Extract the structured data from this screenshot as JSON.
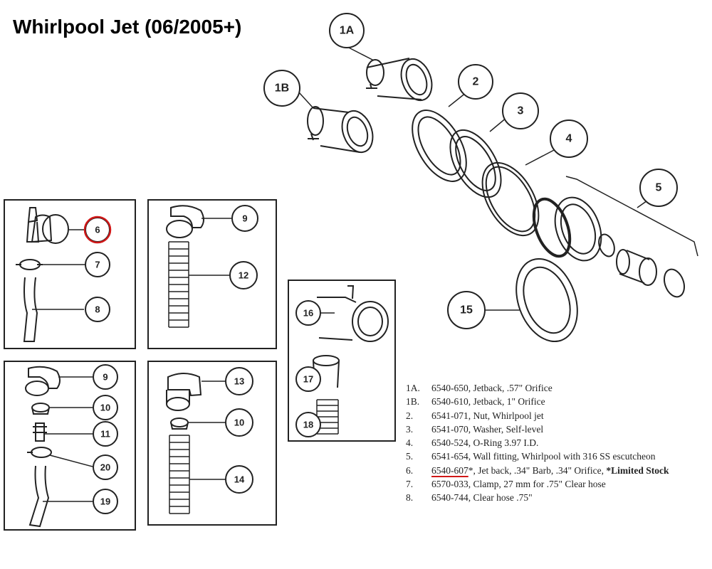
{
  "title": "Whirlpool Jet (06/2005+)",
  "callouts": {
    "c1A": "1A",
    "c1B": "1B",
    "c2": "2",
    "c3": "3",
    "c4": "4",
    "c5": "5",
    "c15": "15",
    "c6": "6",
    "c7": "7",
    "c8": "8",
    "c9a": "9",
    "c12": "12",
    "c16": "16",
    "c17": "17",
    "c18": "18",
    "c9b": "9",
    "c10a": "10",
    "c11": "11",
    "c20": "20",
    "c19": "19",
    "c13": "13",
    "c10b": "10",
    "c14": "14"
  },
  "highlight_color": "#d01818",
  "legend": [
    {
      "num": "1A.",
      "part": "6540-650",
      "desc": ", Jetback, .57\" Orifice"
    },
    {
      "num": "1B.",
      "part": "6540-610",
      "desc": ", Jetback, 1\" Orifice"
    },
    {
      "num": "2.",
      "part": "6541-071",
      "desc": ", Nut, Whirlpool jet"
    },
    {
      "num": "3.",
      "part": "6541-070",
      "desc": ", Washer, Self-level"
    },
    {
      "num": "4.",
      "part": "6540-524",
      "desc": ", O-Ring 3.97 I.D."
    },
    {
      "num": "5.",
      "part": "6541-654",
      "desc": ", Wall fitting, Whirlpool with 316 SS escutcheon"
    },
    {
      "num": "6.",
      "part": "6540-607",
      "desc": "*, Jet back, .34\" Barb, .34\" Orifice, ",
      "note": "*Limited Stock"
    },
    {
      "num": "7.",
      "part": "6570-033",
      "desc": ", Clamp, 27 mm for .75\" Clear hose"
    },
    {
      "num": "8.",
      "part": "6540-744",
      "desc": ", Clear hose .75\""
    }
  ]
}
